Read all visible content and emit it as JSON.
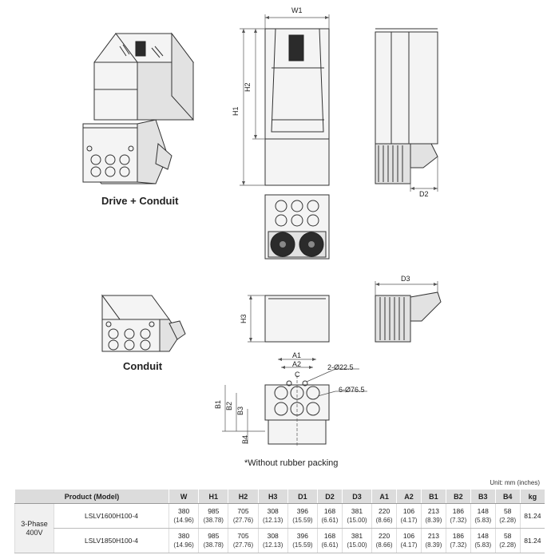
{
  "captions": {
    "drive_conduit": "Drive + Conduit",
    "conduit": "Conduit",
    "note": "*Without rubber packing"
  },
  "dimension_labels": {
    "w1": "W1",
    "h1": "H1",
    "h2": "H2",
    "h3": "H3",
    "d2": "D2",
    "d3": "D3",
    "a1": "A1",
    "a2": "A2",
    "c": "C",
    "b1": "B1",
    "b2": "B2",
    "b3": "B3",
    "b4": "B4",
    "hole_small": "2-Ø22.5",
    "hole_large": "6-Ø76.5"
  },
  "table": {
    "unit": "Unit: mm (inches)",
    "headers": [
      "Product (Model)",
      "W",
      "H1",
      "H2",
      "H3",
      "D1",
      "D2",
      "D3",
      "A1",
      "A2",
      "B1",
      "B2",
      "B3",
      "B4",
      "kg"
    ],
    "category_line1": "3-Phase",
    "category_line2": "400V",
    "rows": [
      {
        "model": "LSLV1600H100-4",
        "values": [
          [
            "380",
            "(14.96)"
          ],
          [
            "985",
            "(38.78)"
          ],
          [
            "705",
            "(27.76)"
          ],
          [
            "308",
            "(12.13)"
          ],
          [
            "396",
            "(15.59)"
          ],
          [
            "168",
            "(6.61)"
          ],
          [
            "381",
            "(15.00)"
          ],
          [
            "220",
            "(8.66)"
          ],
          [
            "106",
            "(4.17)"
          ],
          [
            "213",
            "(8.39)"
          ],
          [
            "186",
            "(7.32)"
          ],
          [
            "148",
            "(5.83)"
          ],
          [
            "58",
            "(2.28)"
          ]
        ],
        "kg": "81.24"
      },
      {
        "model": "LSLV1850H100-4",
        "values": [
          [
            "380",
            "(14.96)"
          ],
          [
            "985",
            "(38.78)"
          ],
          [
            "705",
            "(27.76)"
          ],
          [
            "308",
            "(12.13)"
          ],
          [
            "396",
            "(15.59)"
          ],
          [
            "168",
            "(6.61)"
          ],
          [
            "381",
            "(15.00)"
          ],
          [
            "220",
            "(8.66)"
          ],
          [
            "106",
            "(4.17)"
          ],
          [
            "213",
            "(8.39)"
          ],
          [
            "186",
            "(7.32)"
          ],
          [
            "148",
            "(5.83)"
          ],
          [
            "58",
            "(2.28)"
          ]
        ],
        "kg": "81.24"
      }
    ]
  }
}
